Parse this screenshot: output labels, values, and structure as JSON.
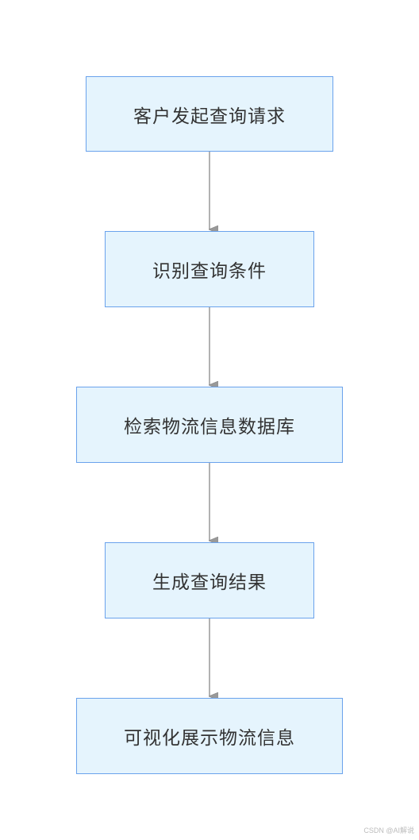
{
  "diagram": {
    "type": "flowchart",
    "direction": "top-to-bottom",
    "colors": {
      "node_fill": "#e5f4fd",
      "node_border": "#6aa2ec",
      "edge": "#999999",
      "text": "#333333"
    },
    "nodes": [
      {
        "id": "n1",
        "label": "客户发起查询请求"
      },
      {
        "id": "n2",
        "label": "识别查询条件"
      },
      {
        "id": "n3",
        "label": "检索物流信息数据库"
      },
      {
        "id": "n4",
        "label": "生成查询结果"
      },
      {
        "id": "n5",
        "label": "可视化展示物流信息"
      }
    ],
    "edges": [
      {
        "from": "n1",
        "to": "n2"
      },
      {
        "from": "n2",
        "to": "n3"
      },
      {
        "from": "n3",
        "to": "n4"
      },
      {
        "from": "n4",
        "to": "n5"
      }
    ]
  },
  "watermark": "CSDN @AI解说"
}
